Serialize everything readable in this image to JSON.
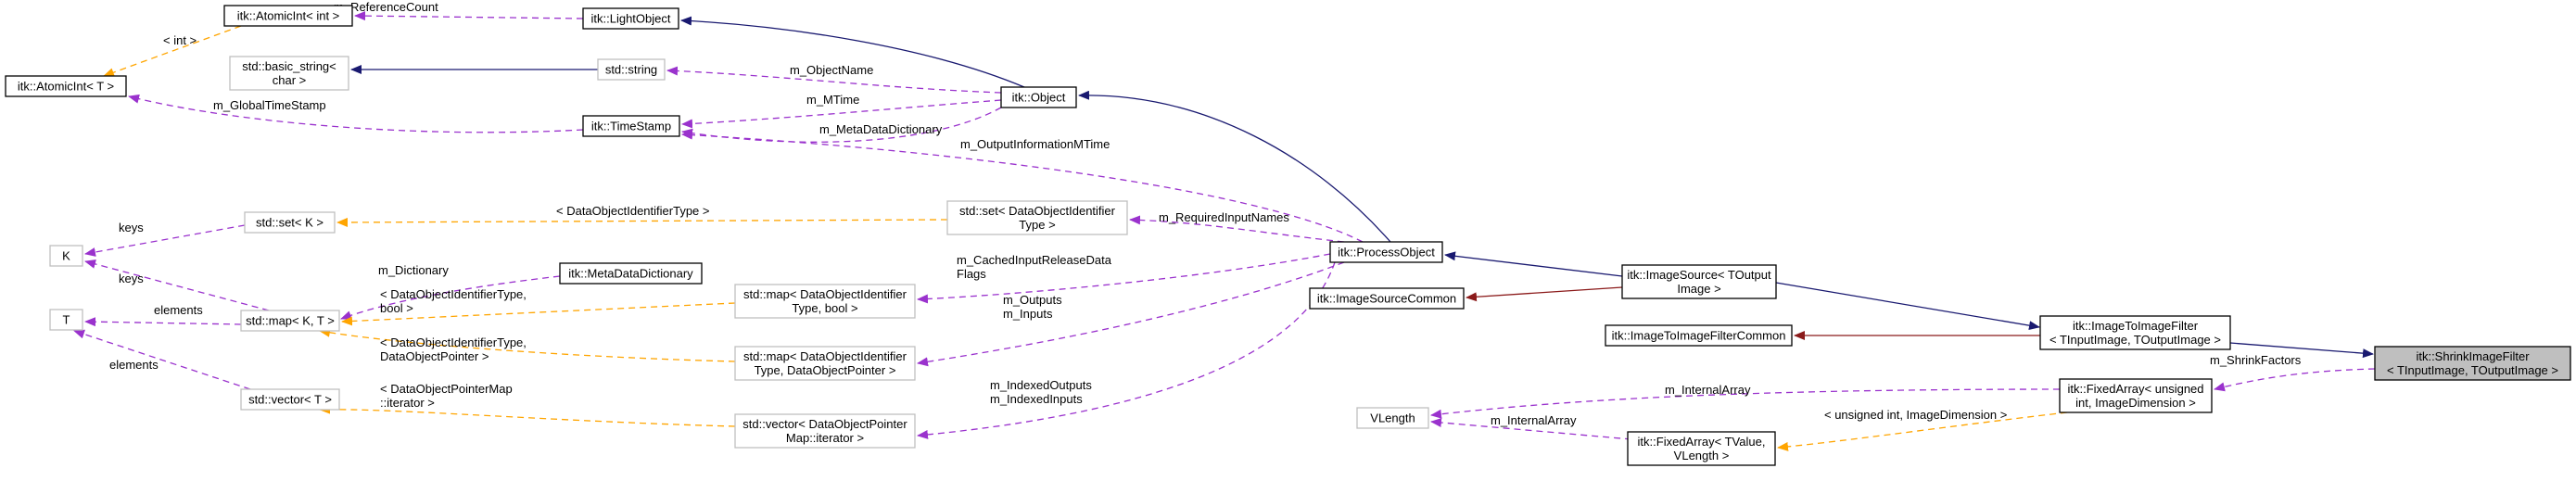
{
  "colors": {
    "inherit": "#191970",
    "private_inherit": "#8b1a1a",
    "usage": "#9a32cd",
    "template": "#ffa500",
    "bold_border": "#000000",
    "light_border": "#bfbfbf",
    "focus_fill": "#bfbfbf"
  },
  "nodes": [
    {
      "id": "atomicint_int",
      "lines": [
        "itk::AtomicInt< int >"
      ],
      "style": "bold"
    },
    {
      "id": "lightobject",
      "lines": [
        "itk::LightObject"
      ],
      "style": "bold"
    },
    {
      "id": "atomicint_t",
      "lines": [
        "itk::AtomicInt< T >"
      ],
      "style": "bold"
    },
    {
      "id": "basic_string",
      "lines": [
        "std::basic_string<",
        "char >"
      ],
      "style": "light"
    },
    {
      "id": "std_string",
      "lines": [
        "std::string"
      ],
      "style": "light"
    },
    {
      "id": "object",
      "lines": [
        "itk::Object"
      ],
      "style": "bold"
    },
    {
      "id": "timestamp",
      "lines": [
        "itk::TimeStamp"
      ],
      "style": "bold"
    },
    {
      "id": "set_k",
      "lines": [
        "std::set< K >"
      ],
      "style": "light"
    },
    {
      "id": "set_doit",
      "lines": [
        "std::set< DataObjectIdentifier",
        "Type >"
      ],
      "style": "light"
    },
    {
      "id": "k",
      "lines": [
        "K"
      ],
      "style": "light"
    },
    {
      "id": "metadatadict",
      "lines": [
        "itk::MetaDataDictionary"
      ],
      "style": "bold"
    },
    {
      "id": "processobject",
      "lines": [
        "itk::ProcessObject"
      ],
      "style": "bold"
    },
    {
      "id": "imagesource",
      "lines": [
        "itk::ImageSource< TOutput",
        "Image >"
      ],
      "style": "bold"
    },
    {
      "id": "map_kt",
      "lines": [
        "std::map< K, T >"
      ],
      "style": "light"
    },
    {
      "id": "map_bool",
      "lines": [
        "std::map< DataObjectIdentifier",
        "Type, bool >"
      ],
      "style": "light"
    },
    {
      "id": "imagesourcecommon",
      "lines": [
        "itk::ImageSourceCommon"
      ],
      "style": "bold"
    },
    {
      "id": "t",
      "lines": [
        "T"
      ],
      "style": "light"
    },
    {
      "id": "map_ptr",
      "lines": [
        "std::map< DataObjectIdentifier",
        "Type, DataObjectPointer >"
      ],
      "style": "light"
    },
    {
      "id": "i2ifiltercommon",
      "lines": [
        "itk::ImageToImageFilterCommon"
      ],
      "style": "bold"
    },
    {
      "id": "i2ifilter",
      "lines": [
        "itk::ImageToImageFilter",
        "< TInputImage, TOutputImage >"
      ],
      "style": "bold"
    },
    {
      "id": "shrink",
      "lines": [
        "itk::ShrinkImageFilter",
        "< TInputImage, TOutputImage >"
      ],
      "style": "focus"
    },
    {
      "id": "vector_t",
      "lines": [
        "std::vector< T >"
      ],
      "style": "light"
    },
    {
      "id": "fixedarray_uint",
      "lines": [
        "itk::FixedArray< unsigned",
        "int, ImageDimension >"
      ],
      "style": "bold"
    },
    {
      "id": "vlength",
      "lines": [
        "VLength"
      ],
      "style": "light"
    },
    {
      "id": "vector_ptrmap",
      "lines": [
        "std::vector< DataObjectPointer",
        "Map::iterator >"
      ],
      "style": "light"
    },
    {
      "id": "fixedarray_tv",
      "lines": [
        "itk::FixedArray< TValue,",
        "VLength >"
      ],
      "style": "bold"
    }
  ],
  "edges": [
    {
      "id": "e_refcount",
      "kind": "usage",
      "lines": [
        "m_ReferenceCount"
      ]
    },
    {
      "id": "e_int",
      "kind": "template",
      "lines": [
        "< int >"
      ]
    },
    {
      "id": "e_globalts",
      "kind": "usage",
      "lines": [
        "m_GlobalTimeStamp"
      ]
    },
    {
      "id": "e_light_object",
      "kind": "inherit",
      "lines": []
    },
    {
      "id": "e_basic_string",
      "kind": "inherit",
      "lines": []
    },
    {
      "id": "e_objname",
      "kind": "usage",
      "lines": [
        "m_ObjectName"
      ]
    },
    {
      "id": "e_mtime",
      "kind": "usage",
      "lines": [
        "m_MTime"
      ]
    },
    {
      "id": "e_metadict",
      "kind": "usage",
      "lines": [
        "m_MetaDataDictionary"
      ]
    },
    {
      "id": "e_outinfomtime",
      "kind": "usage",
      "lines": [
        "m_OutputInformationMTime"
      ]
    },
    {
      "id": "e_object_po",
      "kind": "inherit",
      "lines": []
    },
    {
      "id": "e_doit_type",
      "kind": "template",
      "lines": [
        "< DataObjectIdentifierType >"
      ]
    },
    {
      "id": "e_reqinput",
      "kind": "usage",
      "lines": [
        "m_RequiredInputNames"
      ]
    },
    {
      "id": "e_keys_set",
      "kind": "usage",
      "lines": [
        "keys"
      ]
    },
    {
      "id": "e_keys_map",
      "kind": "usage",
      "lines": [
        "keys"
      ]
    },
    {
      "id": "e_dictionary",
      "kind": "usage",
      "lines": [
        "m_Dictionary"
      ]
    },
    {
      "id": "e_cached",
      "kind": "usage",
      "lines": [
        "m_CachedInputReleaseData",
        "Flags"
      ]
    },
    {
      "id": "e_po_is",
      "kind": "inherit",
      "lines": []
    },
    {
      "id": "e_doit_bool",
      "kind": "template",
      "lines": [
        "< DataObjectIdentifierType,",
        "bool >"
      ]
    },
    {
      "id": "e_isc_is",
      "kind": "private_inherit",
      "lines": []
    },
    {
      "id": "e_outputs",
      "kind": "usage",
      "lines": [
        "m_Outputs",
        "m_Inputs"
      ]
    },
    {
      "id": "e_doit_ptr",
      "kind": "template",
      "lines": [
        "< DataObjectIdentifierType,",
        "DataObjectPointer >"
      ]
    },
    {
      "id": "e_elements_map",
      "kind": "usage",
      "lines": [
        "elements"
      ]
    },
    {
      "id": "e_elements_vec",
      "kind": "usage",
      "lines": [
        "elements"
      ]
    },
    {
      "id": "e_is_i2i",
      "kind": "inherit",
      "lines": []
    },
    {
      "id": "e_i2ic_i2i",
      "kind": "private_inherit",
      "lines": []
    },
    {
      "id": "e_i2i_shrink",
      "kind": "inherit",
      "lines": []
    },
    {
      "id": "e_shrinkfactors",
      "kind": "usage",
      "lines": [
        "m_ShrinkFactors"
      ]
    },
    {
      "id": "e_internalarray1",
      "kind": "usage",
      "lines": [
        "m_InternalArray"
      ]
    },
    {
      "id": "e_internalarray2",
      "kind": "usage",
      "lines": [
        "m_InternalArray"
      ]
    },
    {
      "id": "e_uint_imgdim",
      "kind": "template",
      "lines": [
        "< unsigned int, ImageDimension >"
      ]
    },
    {
      "id": "e_dopmap_iter",
      "kind": "template",
      "lines": [
        "< DataObjectPointerMap",
        "::iterator >"
      ]
    },
    {
      "id": "e_indexed",
      "kind": "usage",
      "lines": [
        "m_IndexedOutputs",
        "m_IndexedInputs"
      ]
    }
  ]
}
